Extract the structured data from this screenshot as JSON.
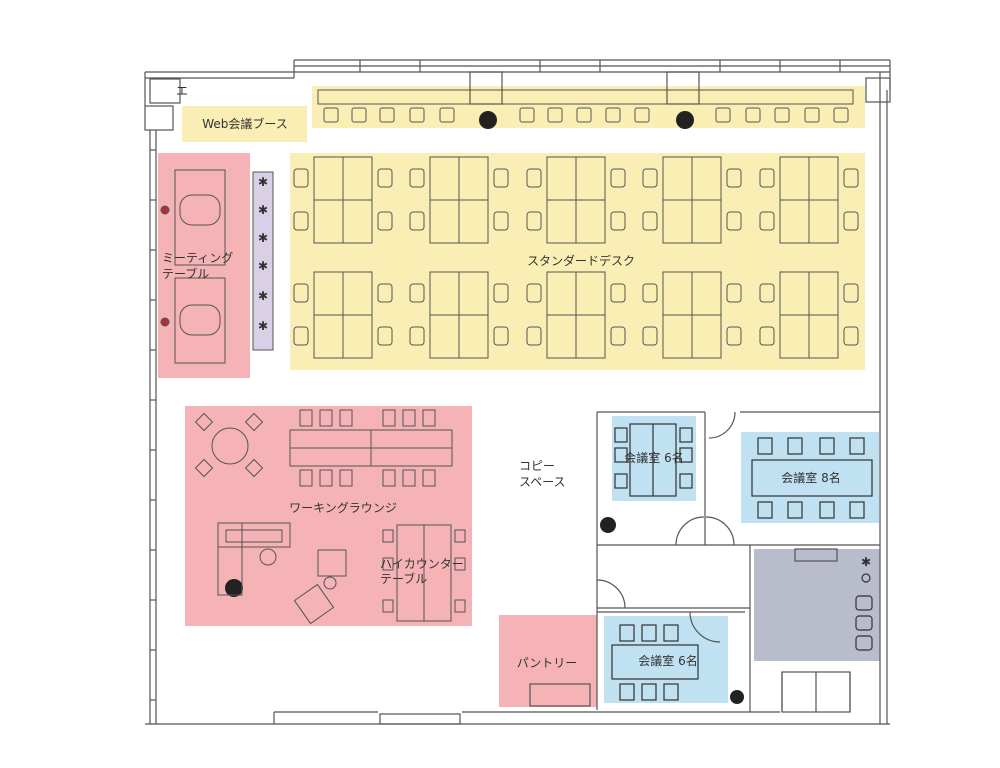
{
  "labels": {
    "elevator": "エ",
    "web_booth": "Web会議ブース",
    "meeting_table_1": "ミーティング",
    "meeting_table_2": "テーブル",
    "standard_desk": "スタンダードデスク",
    "working_lounge": "ワーキングラウンジ",
    "high_counter_1": "ハイカウンター",
    "high_counter_2": "テーブル",
    "copy_space_1": "コピー",
    "copy_space_2": "スペース",
    "meeting_room_6_top": "会議室 6名",
    "meeting_room_8": "会議室 8名",
    "meeting_room_6_bottom": "会議室 6名",
    "pantry": "パントリー"
  },
  "colors": {
    "desk_zone": "#fbeeb5",
    "lounge_zone": "#f5b3b5",
    "meeting_zone": "#bfe1f1",
    "storage_zone": "#b8bccb",
    "plant_strip": "#d9cfe6",
    "line": "#555555"
  }
}
